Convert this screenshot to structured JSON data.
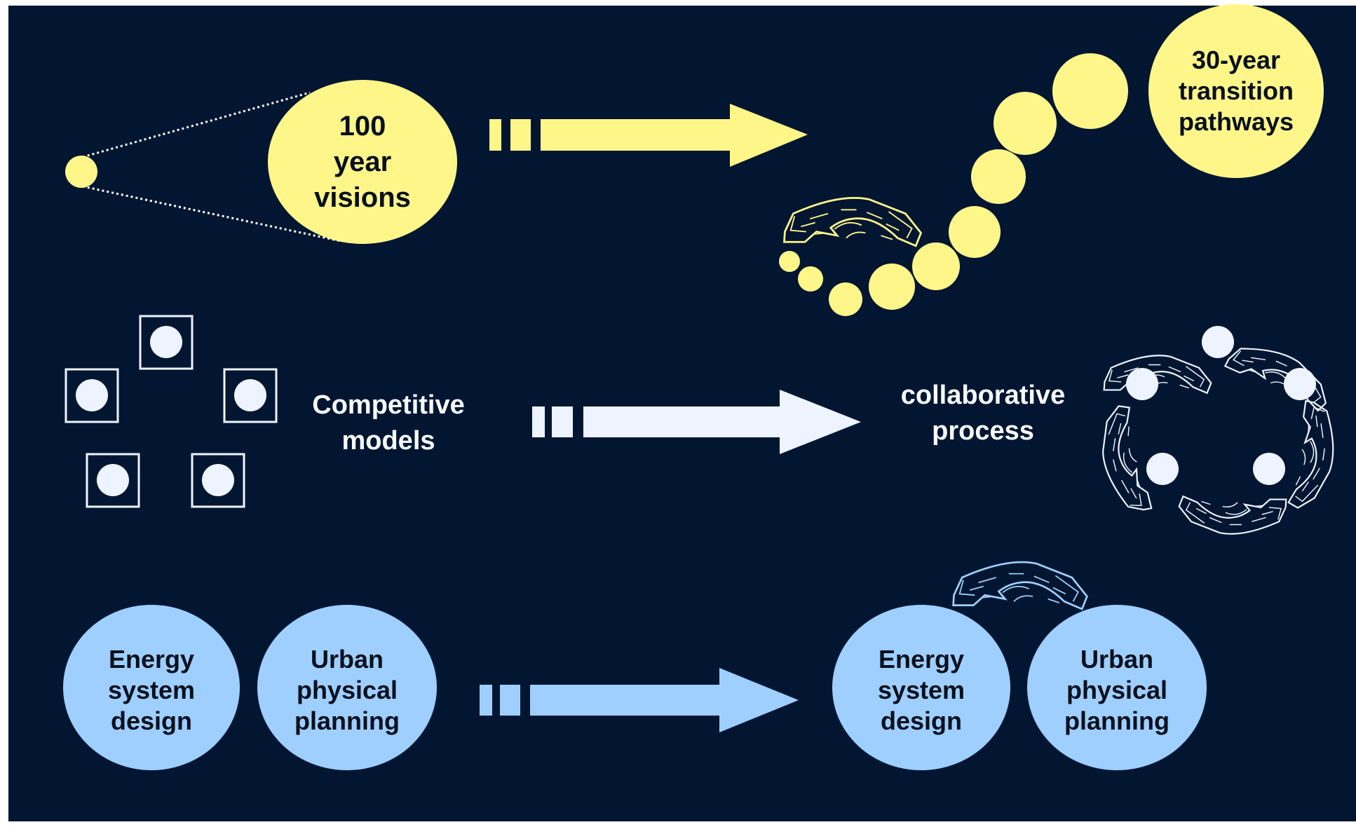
{
  "row1": {
    "vision_lines": [
      "100",
      "year",
      "visions"
    ],
    "pathway_lines": [
      "30-year",
      "transition",
      "pathways"
    ]
  },
  "row2": {
    "competitive_lines": [
      "Competitive",
      "models"
    ],
    "collaborative_lines": [
      "collaborative",
      "process"
    ]
  },
  "row3": {
    "left_energy_lines": [
      "Energy",
      "system",
      "design"
    ],
    "left_urban_lines": [
      "Urban",
      "physical",
      "planning"
    ],
    "right_energy_lines": [
      "Energy",
      "system",
      "design"
    ],
    "right_urban_lines": [
      "Urban",
      "physical",
      "planning"
    ]
  },
  "colors": {
    "background": "#031631",
    "yellow": "#FFF68A",
    "white": "#EEF4FF",
    "blue": "#9ECFFF",
    "text_dark": "#08101D",
    "text_light": "#F7FBFF"
  }
}
